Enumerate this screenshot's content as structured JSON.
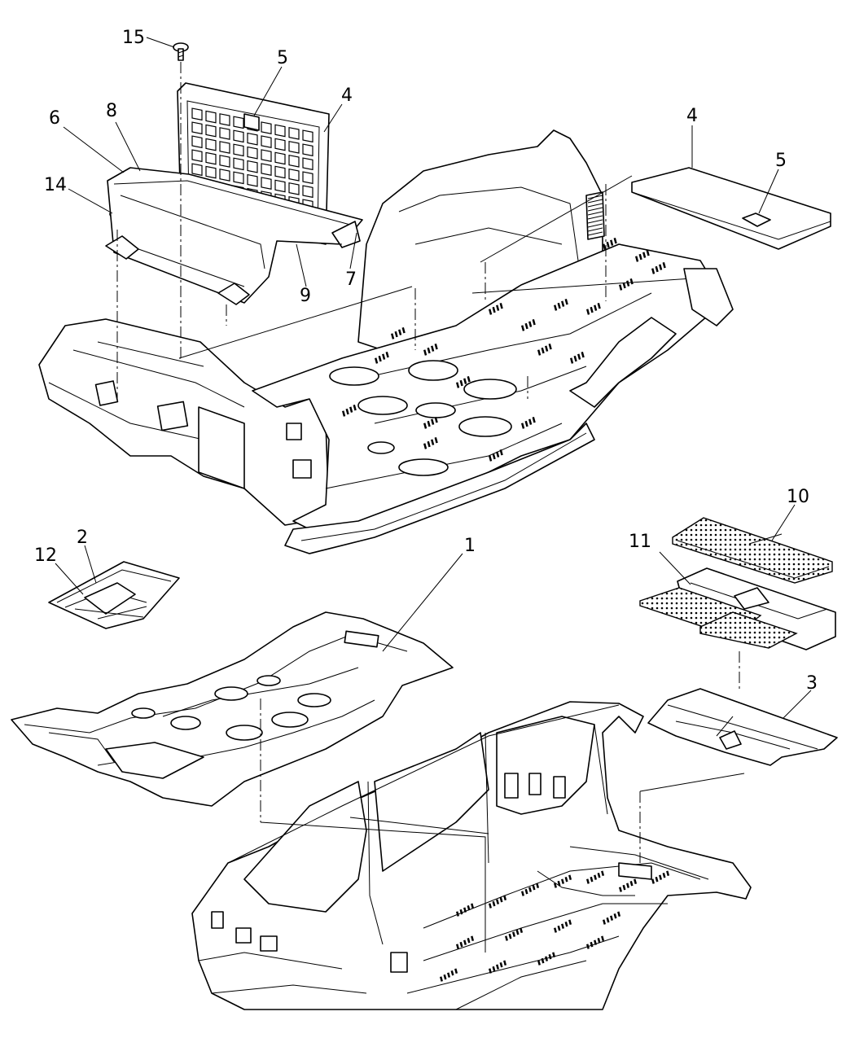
{
  "callouts": {
    "c1": "1",
    "c2": "2",
    "c3": "3",
    "c4a": "4",
    "c4b": "4",
    "c5a": "5",
    "c5b": "5",
    "c6": "6",
    "c7": "7",
    "c8": "8",
    "c9": "9",
    "c10": "10",
    "c11": "11",
    "c12": "12",
    "c14": "14",
    "c15": "15"
  }
}
